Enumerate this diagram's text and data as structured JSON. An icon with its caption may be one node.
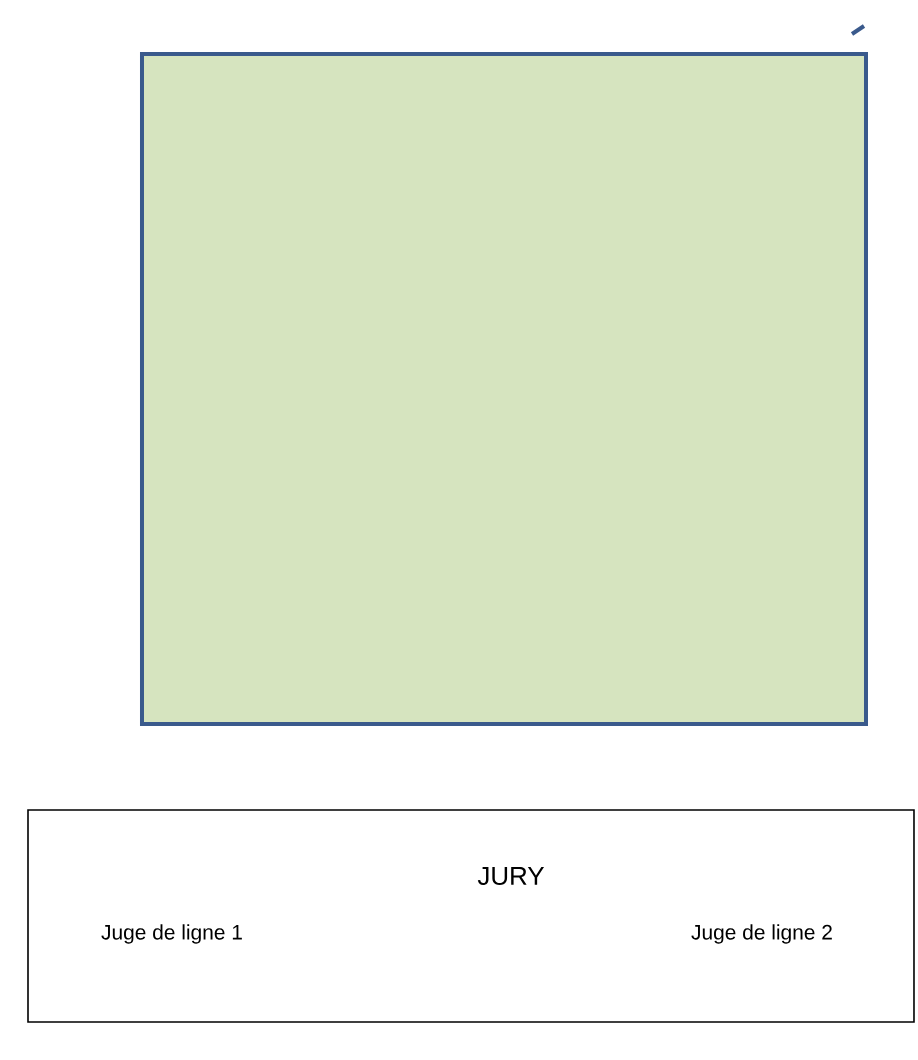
{
  "diagram": {
    "nodes": [
      {
        "text": [],
        "shape": "box"
      },
      {
        "text": [
          "JURY",
          "Juge de ligne 1",
          "Juge de ligne 2"
        ]
      }
    ]
  }
}
